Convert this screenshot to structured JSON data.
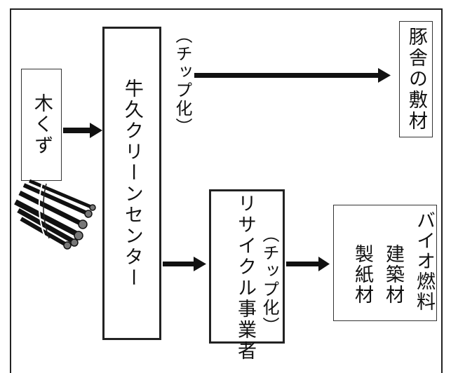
{
  "diagram": {
    "source_box": {
      "label": "木くず"
    },
    "center_box": {
      "label": "牛久クリーンセンター"
    },
    "recycler_box": {
      "label": "リサイクル事業者"
    },
    "pig_box": {
      "label": "豚舎の敷材"
    },
    "products_box": {
      "lines": [
        "バイオ燃料",
        "建築材",
        "製紙材"
      ]
    },
    "chip_label_top": "（チップ化）",
    "chip_label_bottom": "（チップ化）"
  }
}
